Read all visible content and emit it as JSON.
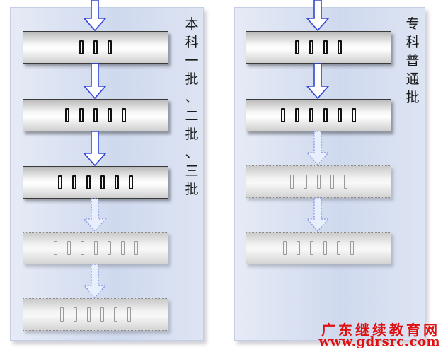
{
  "left_panel": {
    "label_chars": [
      "本",
      "科",
      "一",
      "批",
      "、",
      "二",
      "批",
      "、",
      "三",
      "批"
    ],
    "boxes": [
      {
        "chars": 3,
        "style": "solid"
      },
      {
        "chars": 5,
        "style": "solid"
      },
      {
        "chars": 6,
        "style": "solid"
      },
      {
        "chars": 7,
        "style": "faded"
      },
      {
        "chars": 6,
        "style": "faded"
      }
    ]
  },
  "right_panel": {
    "label_chars": [
      "专",
      "科",
      "普",
      "通",
      "批"
    ],
    "boxes": [
      {
        "chars": 4,
        "style": "solid"
      },
      {
        "chars": 6,
        "style": "solid"
      },
      {
        "chars": 5,
        "style": "faded"
      },
      {
        "chars": 6,
        "style": "faded"
      }
    ]
  },
  "watermark": {
    "chinese": "广东继续教育网",
    "url": "www.gdrsrc.com"
  },
  "colors": {
    "arrow_solid": "#3347d6",
    "arrow_faded": "#8fa0e8",
    "watermark": "#e01010"
  }
}
